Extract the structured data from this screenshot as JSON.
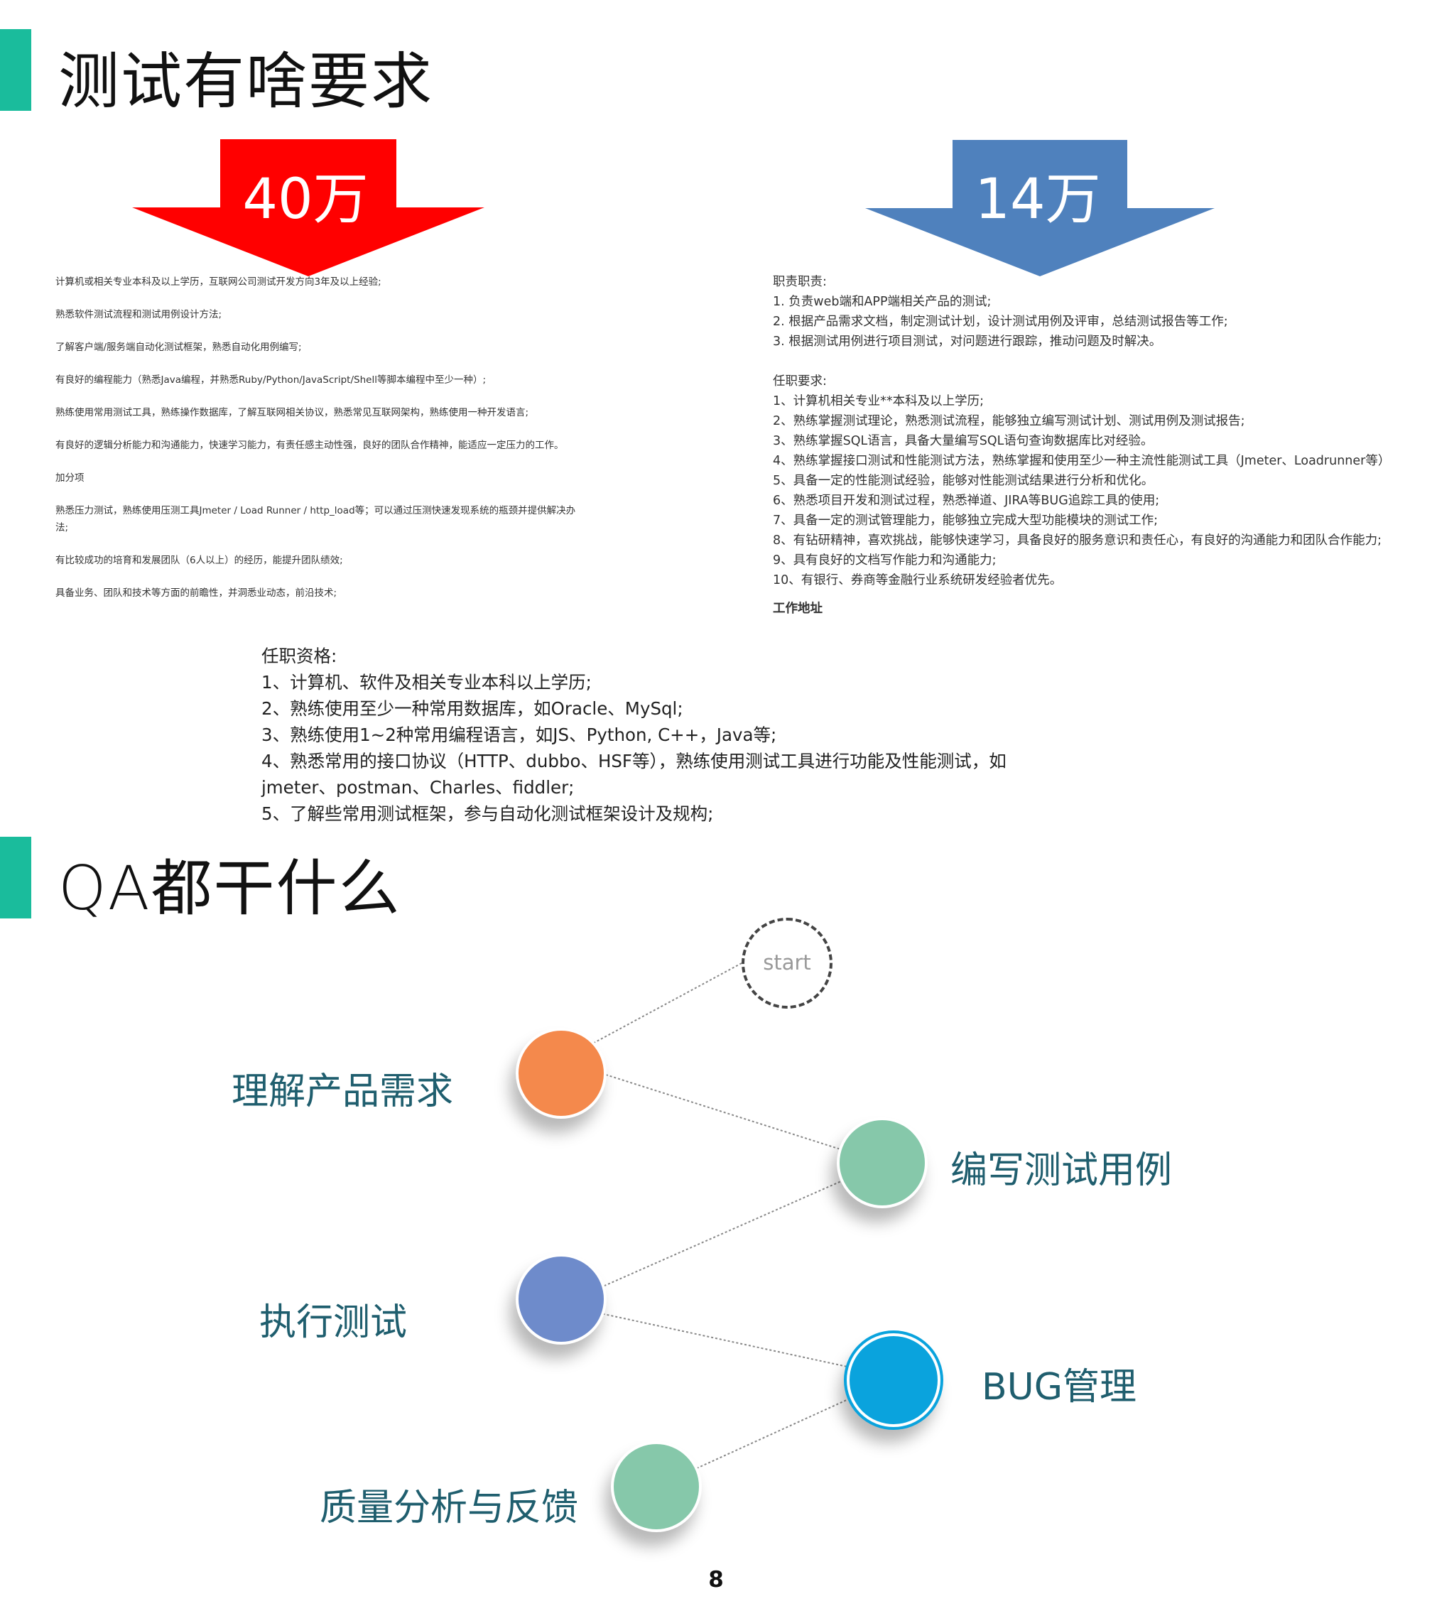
{
  "section1": {
    "title": "测试有啥要求",
    "left_salary": "40万",
    "right_salary": "14万",
    "left_requirements": [
      "计算机或相关专业本科及以上学历，互联网公司测试开发方向3年及以上经验;",
      "熟悉软件测试流程和测试用例设计方法;",
      "了解客户端/服务端自动化测试框架，熟悉自动化用例编写;",
      "有良好的编程能力（熟悉Java编程，并熟悉Ruby/Python/JavaScript/Shell等脚本编程中至少一种）;",
      "熟练使用常用测试工具，熟练操作数据库，了解互联网相关协议，熟悉常见互联网架构，熟练使用一种开发语言;",
      "有良好的逻辑分析能力和沟通能力，快速学习能力，有责任感主动性强，良好的团队合作精神，能适应一定压力的工作。",
      "加分项",
      "熟悉压力测试，熟练使用压测工具Jmeter / Load Runner / http_load等；可以通过压测快速发现系统的瓶颈并提供解决办法;",
      "有比较成功的培育和发展团队（6人以上）的经历，能提升团队绩效;",
      "具备业务、团队和技术等方面的前瞻性，并洞悉业动态，前沿技术;"
    ],
    "right_duties_header": "职责职责:",
    "right_duties": [
      "1. 负责web端和APP端相关产品的测试;",
      "2. 根据产品需求文档，制定测试计划，设计测试用例及评审，总结测试报告等工作;",
      "3. 根据测试用例进行项目测试，对问题进行跟踪，推动问题及时解决。"
    ],
    "right_req_header": "任职要求:",
    "right_requirements": [
      "1、计算机相关专业**本科及以上学历;",
      "2、熟练掌握测试理论，熟悉测试流程，能够独立编写测试计划、测试用例及测试报告;",
      "3、熟练掌握SQL语言，具备大量编写SQL语句查询数据库比对经验。",
      "4、熟练掌握接口测试和性能测试方法，熟练掌握和使用至少一种主流性能测试工具（Jmeter、Loadrunner等）",
      "5、具备一定的性能测试经验，能够对性能测试结果进行分析和优化。",
      "6、熟悉项目开发和测试过程，熟悉禅道、JIRA等BUG追踪工具的使用;",
      "7、具备一定的测试管理能力，能够独立完成大型功能模块的测试工作;",
      "8、有钻研精神，喜欢挑战，能够快速学习，具备良好的服务意识和责任心，有良好的沟通能力和团队合作能力;",
      "9、具有良好的文档写作能力和沟通能力;",
      "10、有银行、券商等金融行业系统研发经验者优先。"
    ],
    "right_cut_header": "工作地址",
    "mid_header": "任职资格:",
    "mid_requirements": [
      "1、计算机、软件及相关专业本科以上学历;",
      "2、熟练使用至少一种常用数据库，如Oracle、MySql;",
      "3、熟练使用1~2种常用编程语言，如JS、Python, C++，Java等;",
      "4、熟悉常用的接口协议（HTTP、dubbo、HSF等），熟练使用测试工具进行功能及性能测试，如jmeter、postman、Charles、fiddler;",
      "5、了解些常用测试框架，参与自动化测试框架设计及规构;"
    ]
  },
  "section2": {
    "title": "QA都干什么",
    "start_label": "start",
    "steps": [
      {
        "label": "理解产品需求",
        "color": "#f4894c"
      },
      {
        "label": "编写测试用例",
        "color": "#86c8aa"
      },
      {
        "label": "执行测试",
        "color": "#6e8bcb"
      },
      {
        "label": "BUG管理",
        "color": "#0aa3dd"
      },
      {
        "label": "质量分析与反馈",
        "color": "#86c8aa"
      }
    ]
  },
  "colors": {
    "accent": "#1abc9c",
    "arrow_red": "#ff0000",
    "arrow_blue": "#4f81bd",
    "label_text": "#1f5e6e"
  },
  "page_number": "8"
}
